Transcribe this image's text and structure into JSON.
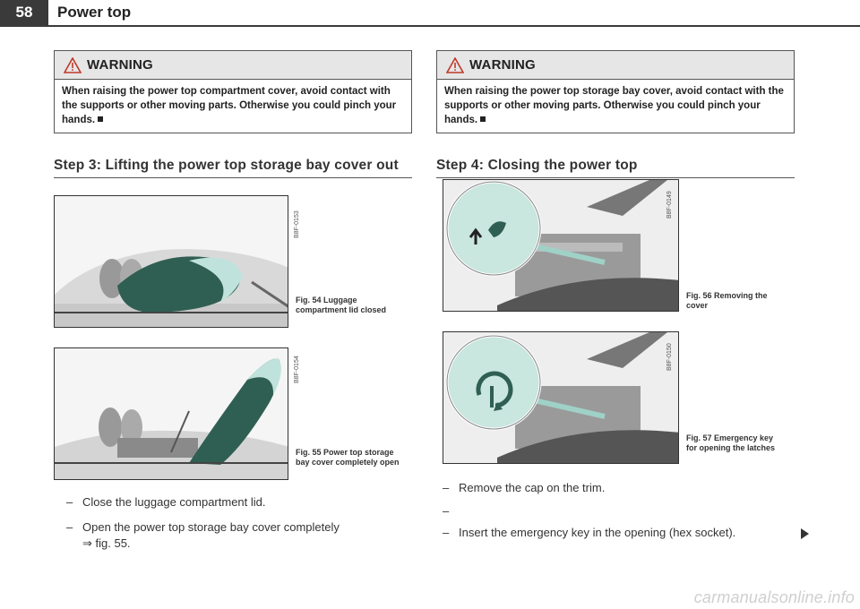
{
  "header": {
    "page_number": "58",
    "running_head": "Power top"
  },
  "left": {
    "warning": {
      "title": "WARNING",
      "body": "When raising the power top compartment cover, avoid contact with the supports or other moving parts. Otherwise you could pinch your hands."
    },
    "section_title": "Step 3: Lifting the power top storage bay cover out",
    "figures": [
      {
        "code": "B8F-0153",
        "caption": "Fig. 54  Luggage compartment lid closed"
      },
      {
        "code": "B8F-0154",
        "caption": "Fig. 55  Power top storage bay cover completely open"
      }
    ],
    "steps": [
      {
        "dash": "–",
        "text": "Close the luggage compartment lid."
      },
      {
        "dash": "–",
        "text": "Open the power top storage bay cover completely",
        "ref": "⇒ fig. 55."
      }
    ]
  },
  "right": {
    "warning": {
      "title": "WARNING",
      "body": "When raising the power top storage bay cover, avoid contact with the supports or other moving parts. Otherwise you could pinch your hands."
    },
    "section_title": "Step 4: Closing the power top",
    "figures": [
      {
        "code": "B8F-0149",
        "caption": "Fig. 56  Removing the cover"
      },
      {
        "code": "B8F-0150",
        "caption": "Fig. 57  Emergency key for opening the latches"
      }
    ],
    "steps": [
      {
        "dash": "–",
        "text": "Remove the cap on the trim."
      },
      {
        "dash": "–",
        "text": ""
      },
      {
        "dash": "–",
        "text": "Insert the emergency key in the opening (hex socket)."
      }
    ]
  },
  "watermark": "carmanualsonline.info",
  "icons": {
    "warning": "warning-triangle-icon",
    "end": "end-square-icon",
    "continue": "continue-arrow-icon"
  }
}
